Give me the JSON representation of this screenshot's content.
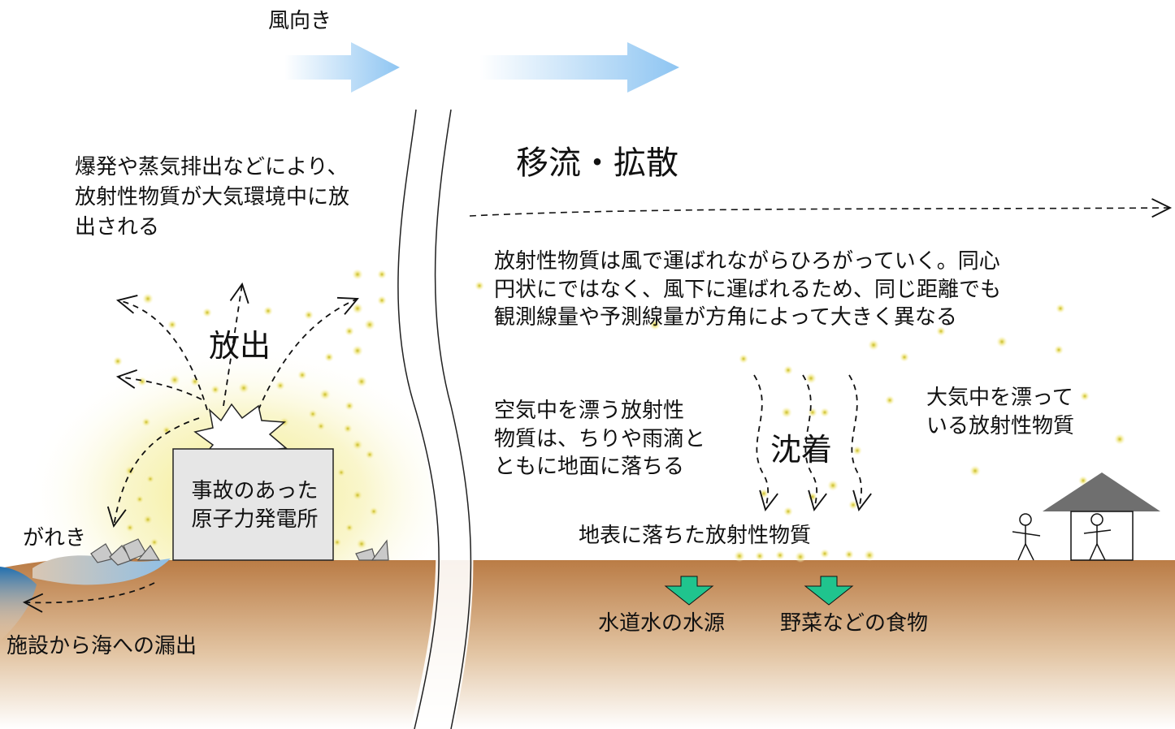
{
  "labels": {
    "wind_direction": "風向き",
    "release_description": "爆発や蒸気排出などにより、放射性物質が大気環境中に放出される",
    "release": "放出",
    "accident_plant": "事故のあった\n原子力発電所",
    "debris": "がれき",
    "sea_leak": "施設から海への漏出",
    "advection_diffusion": "移流・拡散",
    "advection_description": "放射性物質は風で運ばれながらひろがっていく。同心\n円状にではなく、風下に運ばれるため、同じ距離でも\n観測線量や予測線量が方角によって大きく異なる",
    "deposition_description": "空気中を漂う放射性\n物質は、ちりや雨滴と\nともに地面に落ちる",
    "deposition": "沈着",
    "airborne_material": "大気中を漂って\nいる放射性物質",
    "surface_deposit": "地表に落ちた放射性物質",
    "water_source": "水道水の水源",
    "food": "野菜などの食物"
  },
  "colors": {
    "wind_arrow": "#8ec5f2",
    "glow": "#f5ef9a",
    "particle": "#e8e07a",
    "ground_top": "#b97a43",
    "ground_bottom": "#ffffff",
    "sea": "#1f6fb0",
    "plant_fill": "#e6e6e6",
    "roof": "#6f6f6f",
    "down_arrow": "#20c48e"
  },
  "icons": [
    "wind-arrow-icon",
    "explosion-icon",
    "house-icon",
    "person-icon",
    "down-arrow-icon",
    "debris-icon"
  ]
}
